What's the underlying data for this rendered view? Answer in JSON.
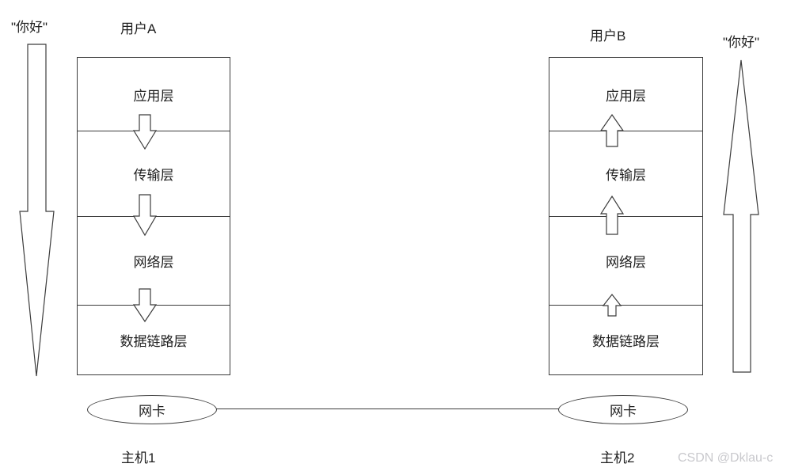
{
  "diagram": {
    "title_context": "network-layer-communication-diagram",
    "left": {
      "message": "\"你好\"",
      "user_label": "用户A",
      "layers": [
        "应用层",
        "传输层",
        "网络层",
        "数据链路层"
      ],
      "nic_label": "网卡",
      "host_label": "主机1",
      "flow_direction": "down"
    },
    "right": {
      "message": "\"你好\"",
      "user_label": "用户B",
      "layers": [
        "应用层",
        "传输层",
        "网络层",
        "数据链路层"
      ],
      "nic_label": "网卡",
      "host_label": "主机2",
      "flow_direction": "up"
    },
    "watermark": "CSDN @Dklau-c",
    "colors": {
      "stroke": "#3c3c3c",
      "background": "#ffffff",
      "watermark": "#c9c9cd"
    }
  }
}
